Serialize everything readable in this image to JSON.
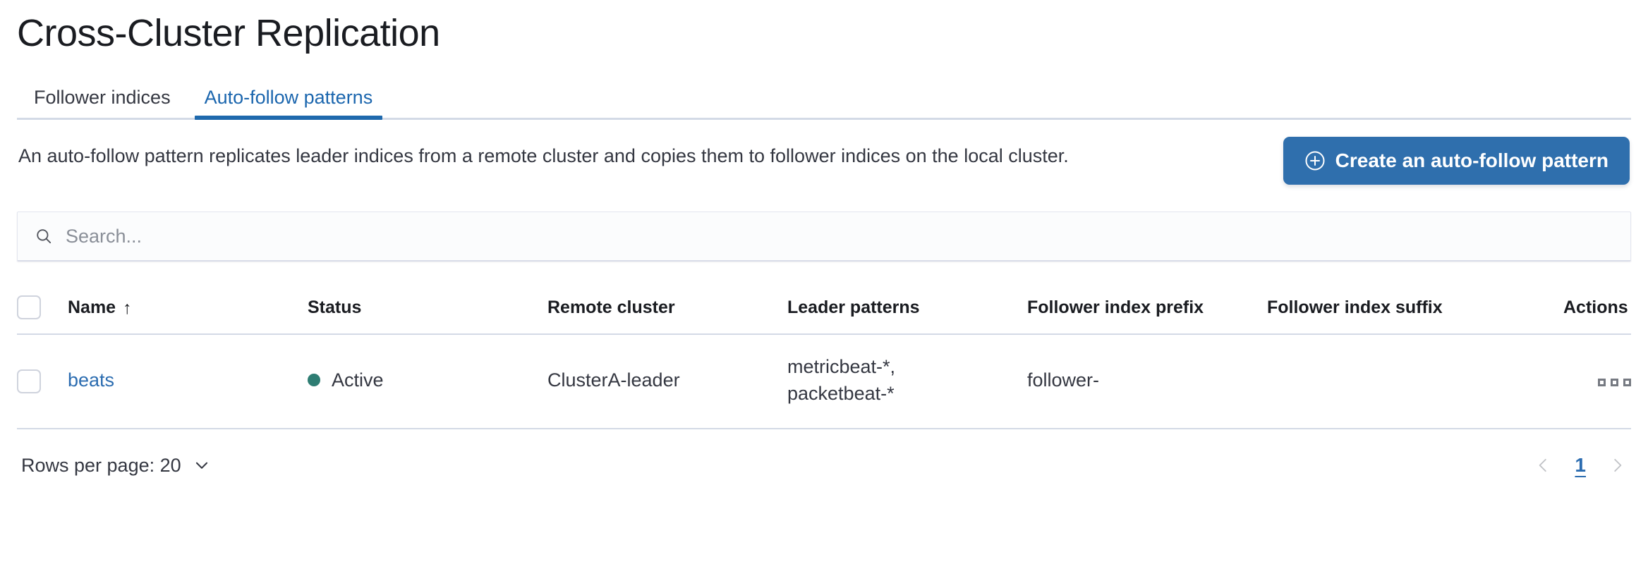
{
  "header": {
    "title": "Cross-Cluster Replication"
  },
  "tabs": [
    {
      "label": "Follower indices",
      "active": false,
      "name": "tab-follower-indices"
    },
    {
      "label": "Auto-follow patterns",
      "active": true,
      "name": "tab-auto-follow-patterns"
    }
  ],
  "intro": {
    "description": "An auto-follow pattern replicates leader indices from a remote cluster and copies them to follower indices on the local cluster.",
    "create_button_label": "Create an auto-follow pattern",
    "create_button_icon": "plus-in-circle-icon"
  },
  "search": {
    "placeholder": "Search...",
    "value": "",
    "icon": "search-icon"
  },
  "table": {
    "columns": [
      {
        "label": "Name",
        "sorted": true,
        "sort_direction": "asc",
        "sort_glyph": "↑"
      },
      {
        "label": "Status"
      },
      {
        "label": "Remote cluster"
      },
      {
        "label": "Leader patterns"
      },
      {
        "label": "Follower index prefix"
      },
      {
        "label": "Follower index suffix"
      },
      {
        "label": "Actions"
      }
    ],
    "rows": [
      {
        "name": "beats",
        "status": "Active",
        "status_color": "#2e7d73",
        "remote_cluster": "ClusterA-leader",
        "leader_patterns": "metricbeat-*,\npacketbeat-*",
        "follower_index_prefix": "follower-",
        "follower_index_suffix": "",
        "actions_icon": "ellipsis-icon"
      }
    ]
  },
  "footer": {
    "rows_per_page_label": "Rows per page: 20",
    "rows_per_page_icon": "chevron-down-icon",
    "prev_page_icon": "chevron-left-icon",
    "next_page_icon": "chevron-right-icon",
    "current_page": "1"
  },
  "colors": {
    "accent_blue": "#2f6fad",
    "link_blue": "#2b6cb0",
    "status_green": "#2e7d73",
    "border": "#d3dae6"
  }
}
